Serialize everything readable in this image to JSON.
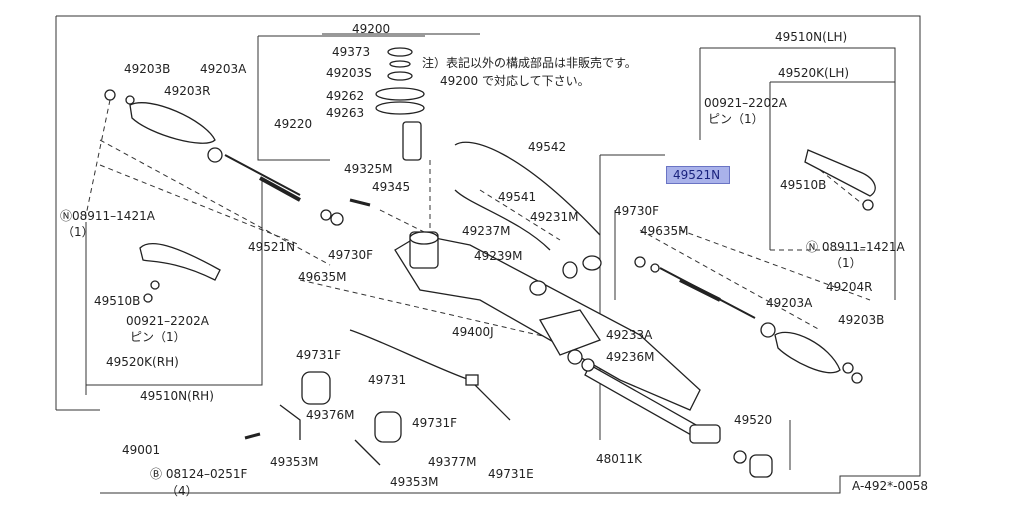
{
  "note": {
    "line1": "注）表記以外の構成部品は非販売です。",
    "line2": "49200 で対応して下さい。"
  },
  "highlight_label": "49521N",
  "ref_code": "A-492*-0058",
  "labels": {
    "p49200": "49200",
    "p49373": "49373",
    "p49203S": "49203S",
    "p49262": "49262",
    "p49263": "49263",
    "p49220": "49220",
    "p49325M": "49325M",
    "p49345": "49345",
    "p49542": "49542",
    "p49541": "49541",
    "p49231M": "49231M",
    "p49237M": "49237M",
    "p49239M": "49239M",
    "p49233A": "49233A",
    "p49236M": "49236M",
    "p49400J": "49400J",
    "p49203B_l": "49203B",
    "p49203A_l": "49203A",
    "p49203R": "49203R",
    "n08911_l": "Ⓝ08911–1421A",
    "n08911_l_qty": "（1）",
    "p49521N_l": "49521N",
    "p49635M_l": "49635M",
    "p49730F_l": "49730F",
    "p49510B_l": "49510B",
    "p00921_l": "00921–2202A",
    "pin_l": "ピン（1）",
    "p49520K_rh": "49520K(RH)",
    "p49510N_rh": "49510N(RH)",
    "p49001": "49001",
    "p49731F_a": "49731F",
    "p49731": "49731",
    "p49376M": "49376M",
    "p49731F_b": "49731F",
    "p49353M_a": "49353M",
    "p49377M": "49377M",
    "p49353M_b": "49353M",
    "p49731E": "49731E",
    "b08124": "Ⓑ 08124–0251F",
    "b08124_qty": "（4）",
    "p48011K": "48011K",
    "p49520": "49520",
    "p49510N_lh": "49510N(LH)",
    "p49520K_lh": "49520K(LH)",
    "p00921_r": "00921–2202A",
    "pin_r": "ピン（1）",
    "p49510B_r": "49510B",
    "p49730F_r": "49730F",
    "p49635M_r": "49635M",
    "n08911_r": "Ⓝ 08911–1421A",
    "n08911_r_qty": "（1）",
    "p49204R": "49204R",
    "p49203A_r": "49203A",
    "p49203B_r": "49203B"
  }
}
